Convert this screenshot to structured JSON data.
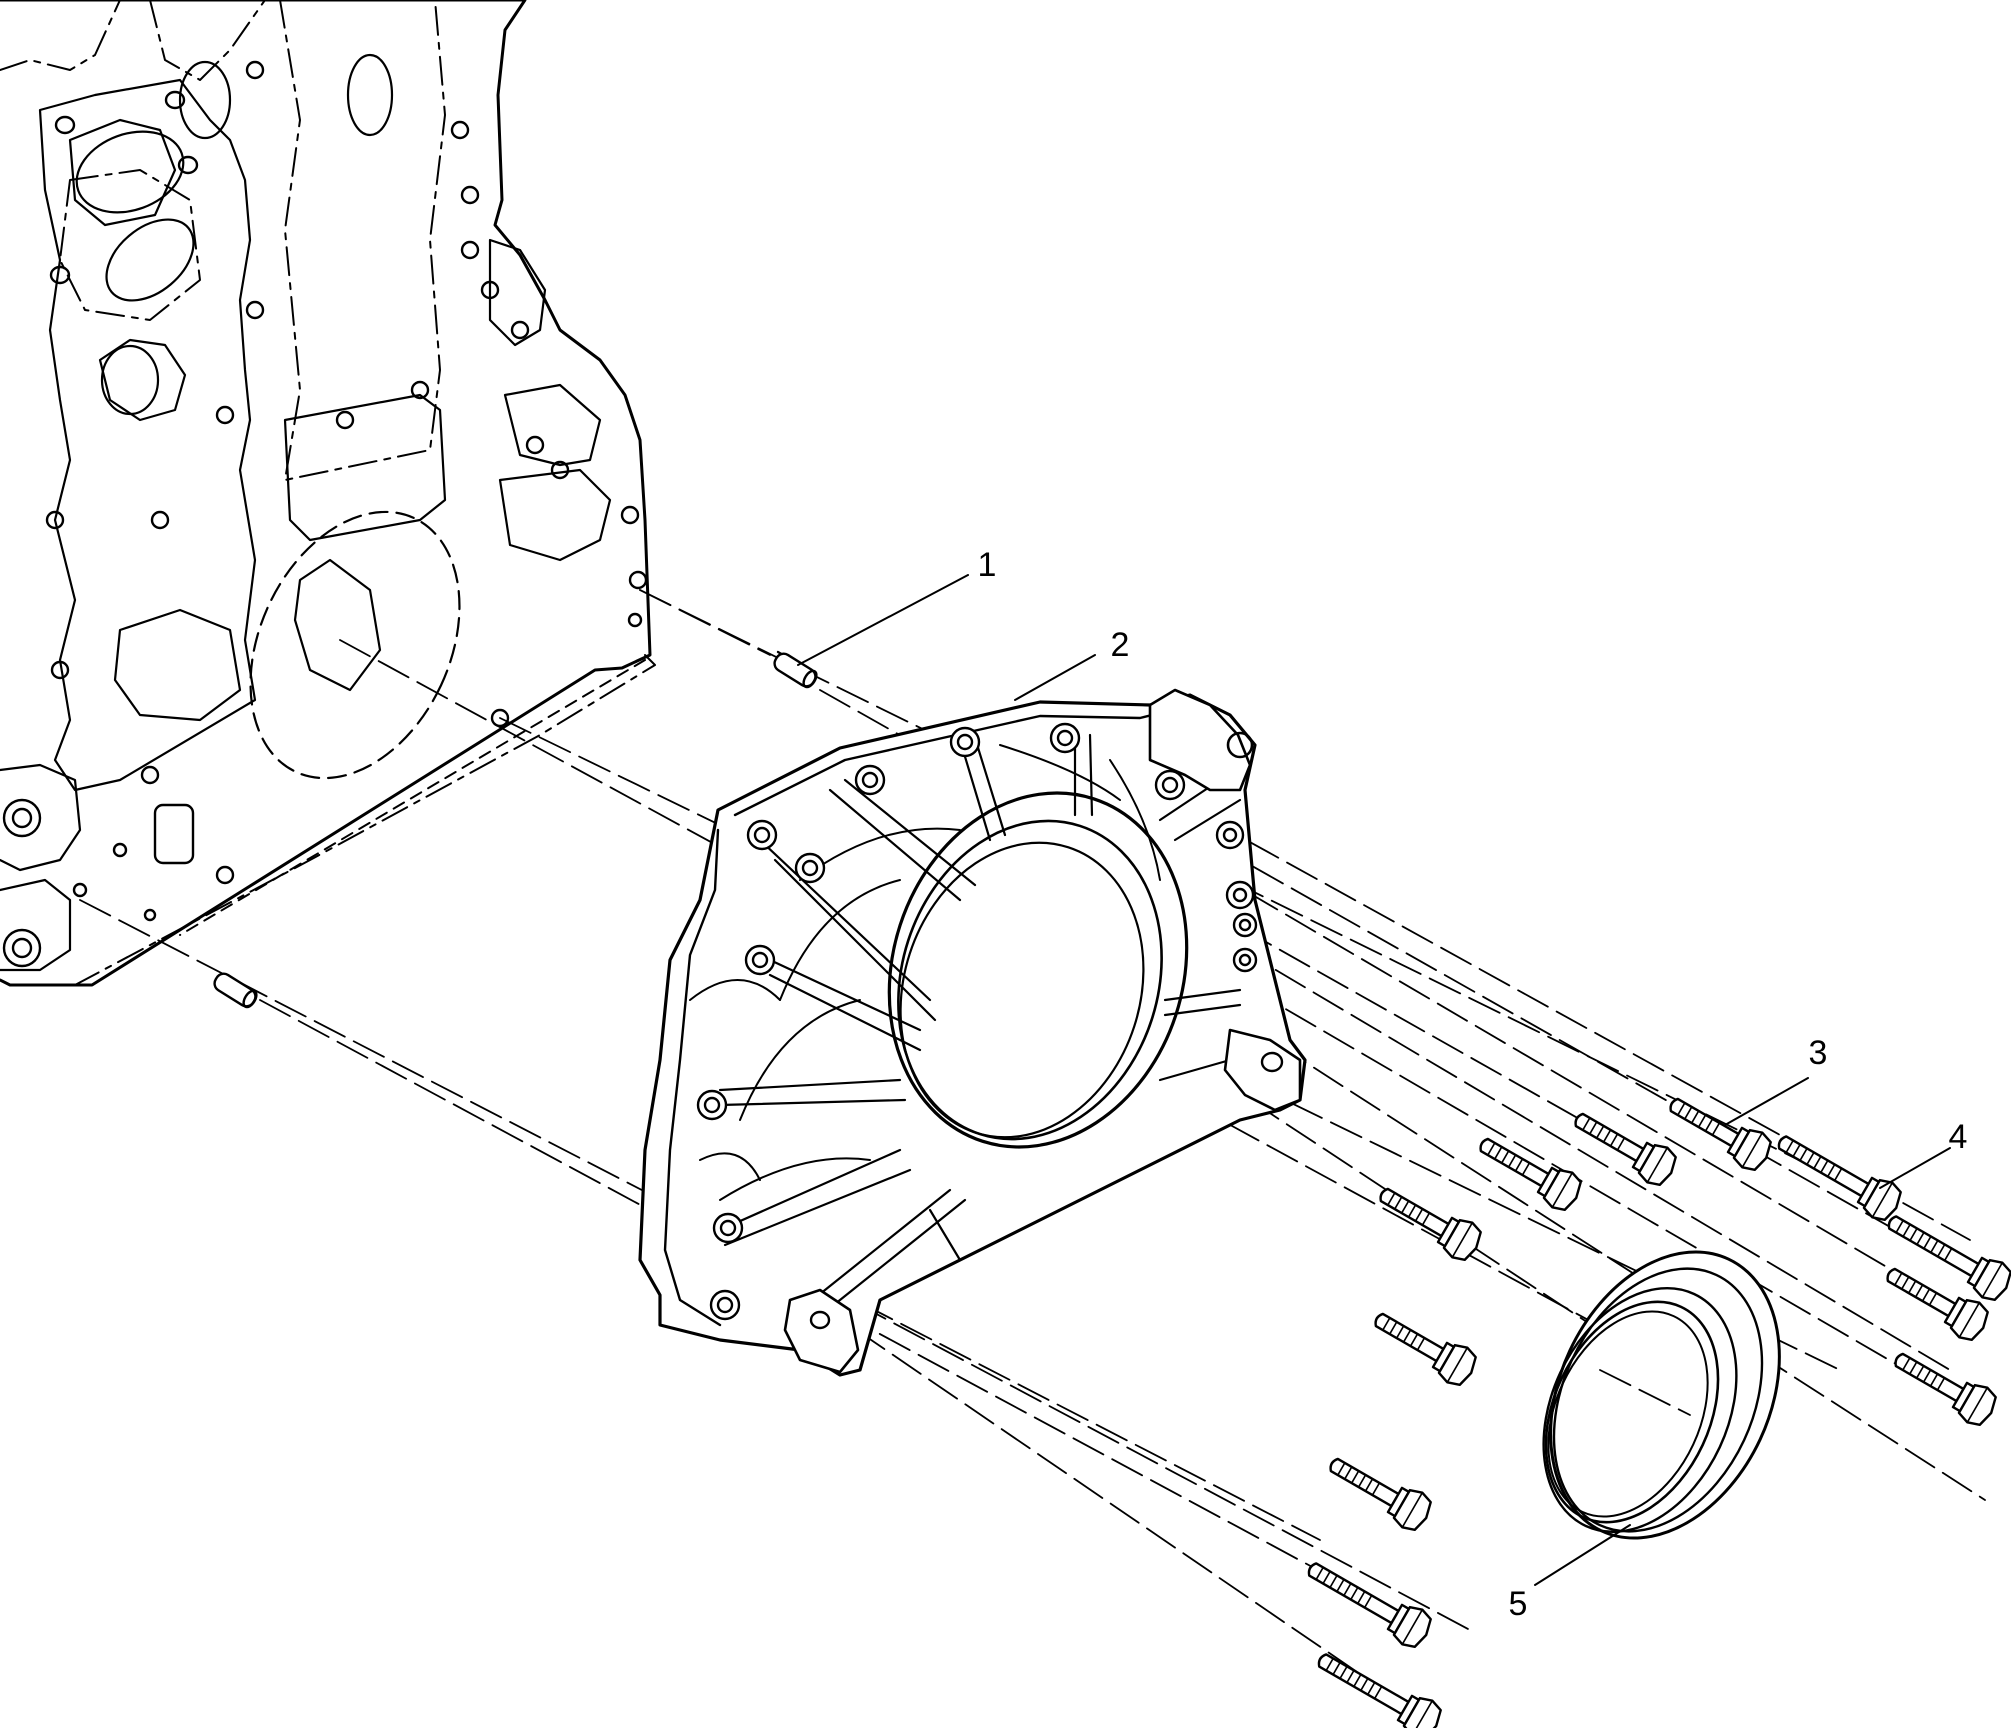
{
  "diagram": {
    "callouts": [
      {
        "id": "1",
        "label": "1"
      },
      {
        "id": "2",
        "label": "2"
      },
      {
        "id": "3",
        "label": "3"
      },
      {
        "id": "4",
        "label": "4"
      },
      {
        "id": "5",
        "label": "5"
      }
    ],
    "colors": {
      "line": "#000000",
      "fill": "#ffffff"
    }
  }
}
